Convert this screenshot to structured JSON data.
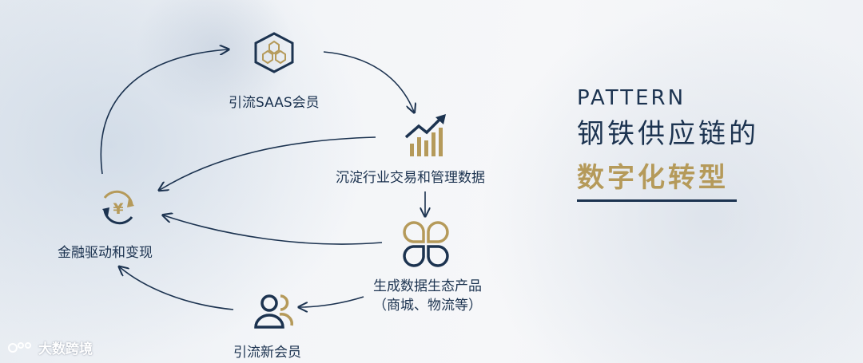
{
  "nodes": {
    "saas": {
      "label": "引流SAAS会员"
    },
    "data": {
      "label": "沉淀行业交易和管理数据"
    },
    "eco": {
      "label_line1": "生成数据生态产品",
      "label_line2": "（商城、物流等）"
    },
    "newmember": {
      "label": "引流新会员"
    },
    "finance": {
      "label": "金融驱动和变现",
      "icon_glyph": "¥"
    }
  },
  "headline": {
    "eyebrow": "PATTERN",
    "line1": "钢铁供应链的",
    "line2": "数字化转型"
  },
  "watermark": {
    "text": "大数跨境"
  },
  "colors": {
    "navy": "#1c3350",
    "gold": "#b59a5a"
  },
  "icons": [
    "hexagon-cluster-icon",
    "rising-chart-icon",
    "clover-icon",
    "users-icon",
    "yen-cycle-icon"
  ]
}
